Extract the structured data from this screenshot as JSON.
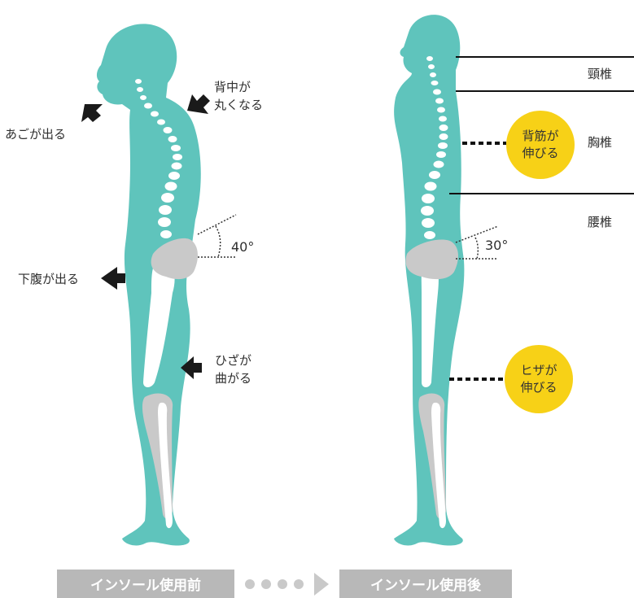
{
  "before": {
    "callouts": {
      "back_line1": "背中が",
      "back_line2": "丸くなる",
      "chin": "あごが出る",
      "belly": "下腹が出る",
      "knee_line1": "ひざが",
      "knee_line2": "曲がる"
    },
    "angle": "40°"
  },
  "after": {
    "angle": "30°",
    "badges": [
      {
        "line1": "背筋が",
        "line2": "伸びる"
      },
      {
        "line1": "ヒザが",
        "line2": "伸びる"
      }
    ],
    "regions": [
      "頸椎",
      "胸椎",
      "腰椎"
    ]
  },
  "footer": {
    "before_label": "インソール使用前",
    "after_label": "インソール使用後"
  },
  "colors": {
    "body": "#5fc4bc",
    "bone": "#c9c9c9",
    "spine": "#ffffff",
    "badge": "#f7d117",
    "tag": "#b8b8b8",
    "arrow": "#1a1a1a"
  }
}
